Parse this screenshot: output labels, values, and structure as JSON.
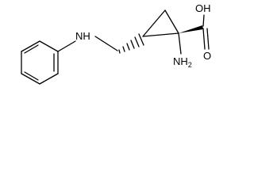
{
  "molecule": {
    "atom_labels": {
      "amine_nh": "NH",
      "amino_nh2": "NH",
      "amino_sub": "2",
      "carboxyl_oh": "OH",
      "carboxyl_o": "O"
    }
  }
}
